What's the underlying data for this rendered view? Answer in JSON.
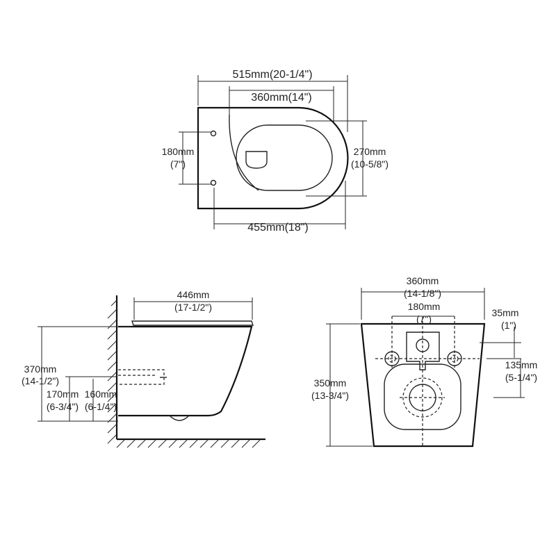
{
  "top_view": {
    "overall_length": "515mm(20-1/4\")",
    "bowl_length": "360mm(14\")",
    "bolt_spacing_mm": "180mm",
    "bolt_spacing_in": "(7\")",
    "width_mm": "270mm",
    "width_in": "(10-5/8\")",
    "projection": "455mm(18\")"
  },
  "side_view": {
    "depth_mm": "446mm",
    "depth_in": "(17-1/2\")",
    "height_mm": "370mm",
    "height_in": "(14-1/2\")",
    "outlet_mm": "170mm",
    "outlet_in": "(6-3/4\")",
    "inlet_mm": "160mm",
    "inlet_in": "(6-1/4\")"
  },
  "back_view": {
    "top_width_mm": "360mm",
    "top_width_in": "(14-1/8\")",
    "bolt_spacing_mm": "180mm",
    "bolt_spacing_in": "(7\")",
    "inlet_offset_mm": "35mm",
    "inlet_offset_in": "(1\")",
    "height_mm": "350mm",
    "height_in": "(13-3/4\")",
    "outlet_height_mm": "135mm",
    "outlet_height_in": "(5-1/4\")"
  }
}
